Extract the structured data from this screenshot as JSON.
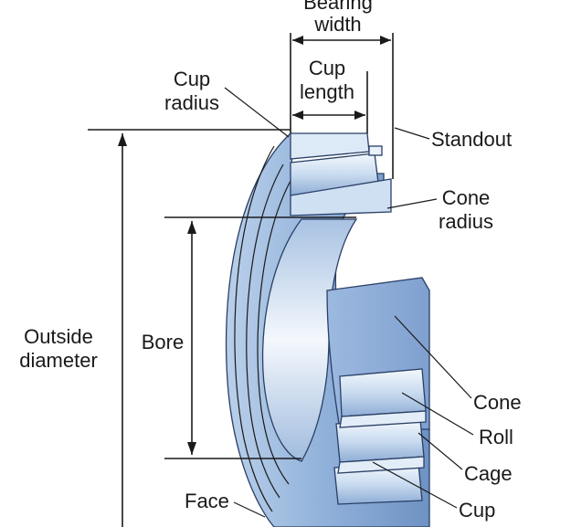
{
  "labels": {
    "bearing_width_line1": "Bearing",
    "bearing_width_line2": "width",
    "cup_length_line1": "Cup",
    "cup_length_line2": "length",
    "cup_radius_line1": "Cup",
    "cup_radius_line2": "radius",
    "standout": "Standout",
    "cone_radius_line1": "Cone",
    "cone_radius_line2": "radius",
    "outside_diameter_line1": "Outside",
    "outside_diameter_line2": "diameter",
    "bore": "Bore",
    "cone": "Cone",
    "roll": "Roll",
    "cage": "Cage",
    "cup": "Cup",
    "face": "Face"
  },
  "colors": {
    "steel_light": "#dce9f7",
    "steel_mid": "#a9c4e4",
    "steel_dark": "#6f93c4",
    "outline": "#2a3f66",
    "text": "#1a1a1a"
  }
}
